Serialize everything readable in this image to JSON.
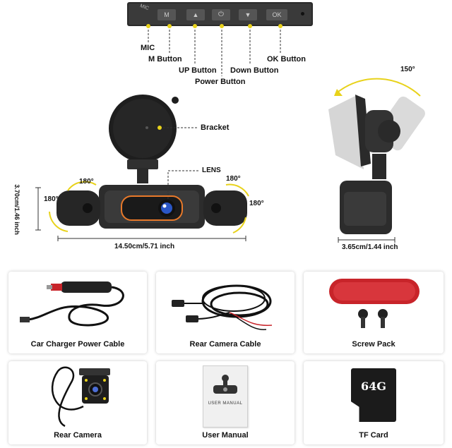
{
  "controls": {
    "mic_text": "MIC",
    "m_key": "M",
    "ok_key": "OK",
    "callouts": {
      "mic": "MIC",
      "m_button": "M Button",
      "up_button": "UP Button",
      "power_button": "Power Button",
      "down_button": "Down Button",
      "ok_button": "OK Button"
    }
  },
  "front_view": {
    "bracket_label": "Bracket",
    "lens_label": "LENS",
    "rotations": [
      "180°",
      "180°",
      "180°",
      "180°"
    ],
    "height_dim": "3.70cm/1.46 inch",
    "width_dim": "14.50cm/5.71 inch"
  },
  "side_view": {
    "tilt_label": "150°",
    "depth_dim": "3.65cm/1.44 inch"
  },
  "accessories": [
    {
      "label": "Car Charger Power Cable"
    },
    {
      "label": "Rear Camera Cable"
    },
    {
      "label": "Screw Pack"
    },
    {
      "label": "Rear Camera"
    },
    {
      "label": "User Manual"
    },
    {
      "label": "TF Card"
    }
  ],
  "manual_cover_text": "USER MANUAL",
  "tf_card_text": "64G",
  "colors": {
    "accent_yellow": "#e8d21a",
    "lens_orange": "#e8792a",
    "camera_body": "#2c2c2c",
    "pad_red": "#c8242a"
  }
}
